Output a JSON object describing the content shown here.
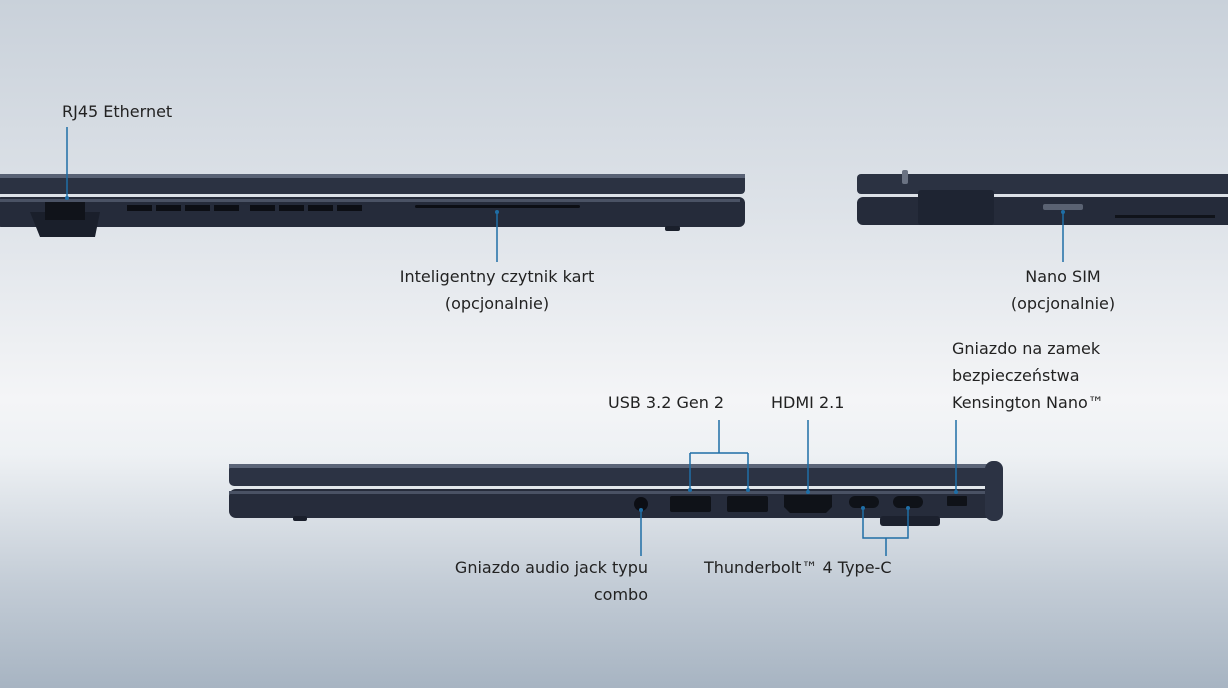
{
  "labels": {
    "rj45": "RJ45 Ethernet",
    "card_reader_1": "Inteligentny czytnik kart",
    "card_reader_2": "(opcjonalnie)",
    "nano_sim_1": "Nano SIM",
    "nano_sim_2": "(opcjonalnie)",
    "kensington_1": "Gniazdo na zamek",
    "kensington_2": "bezpieczeństwa",
    "kensington_3": "Kensington Nano™",
    "usb": "USB 3.2 Gen 2",
    "hdmi": "HDMI 2.1",
    "audio_1": "Gniazdo audio jack typu",
    "audio_2": "combo",
    "thunderbolt": "Thunderbolt™ 4 Type-C"
  },
  "colors": {
    "callout": "#1f6ea6",
    "chassis": "#1f2535"
  }
}
